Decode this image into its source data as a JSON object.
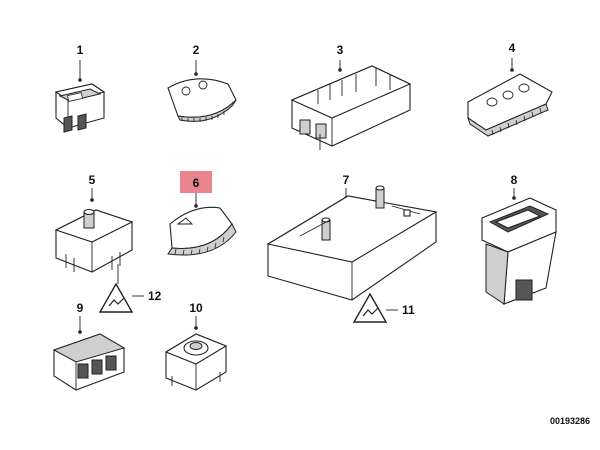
{
  "diagram": {
    "highlight_color": "#e8848e",
    "parts": [
      {
        "number": "1",
        "highlighted": false
      },
      {
        "number": "2",
        "highlighted": false
      },
      {
        "number": "3",
        "highlighted": false
      },
      {
        "number": "4",
        "highlighted": false
      },
      {
        "number": "5",
        "highlighted": false
      },
      {
        "number": "6",
        "highlighted": true
      },
      {
        "number": "7",
        "highlighted": false
      },
      {
        "number": "8",
        "highlighted": false
      },
      {
        "number": "9",
        "highlighted": false
      },
      {
        "number": "10",
        "highlighted": false
      },
      {
        "number": "11",
        "highlighted": false
      },
      {
        "number": "12",
        "highlighted": false
      }
    ],
    "reference_code": "00193286"
  }
}
